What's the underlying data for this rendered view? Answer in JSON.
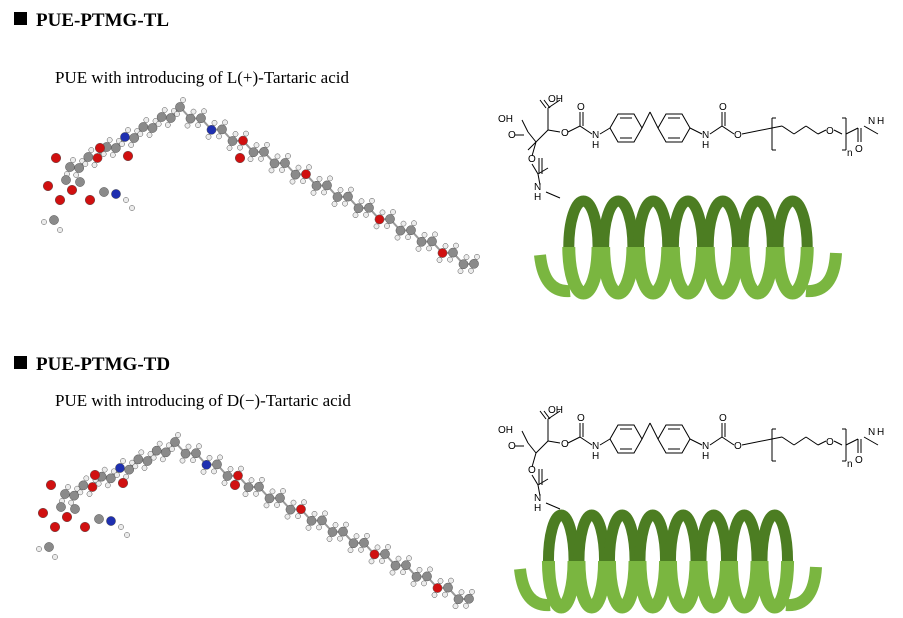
{
  "panels": [
    {
      "title": "PUE-PTMG-TL",
      "subtitle": "PUE with introducing of L(+)-Tartaric acid",
      "helix": {
        "turns": 7,
        "front_color": "#7ab640",
        "back_color": "#4c7d22"
      }
    },
    {
      "title": "PUE-PTMG-TD",
      "subtitle": "PUE with introducing of D(−)-Tartaric acid",
      "helix": {
        "turns": 8,
        "front_color": "#7ab640",
        "back_color": "#4c7d22"
      }
    }
  ],
  "structure_labels": {
    "oh_top": "OH",
    "oh_left": "OH",
    "o": "O",
    "nh": "N",
    "h": "H",
    "n_sub": "n"
  },
  "atom_colors": {
    "carbon": "#8a8a8a",
    "hydrogen": "#ececec",
    "oxygen": "#d01010",
    "nitrogen": "#1e2fb0"
  }
}
